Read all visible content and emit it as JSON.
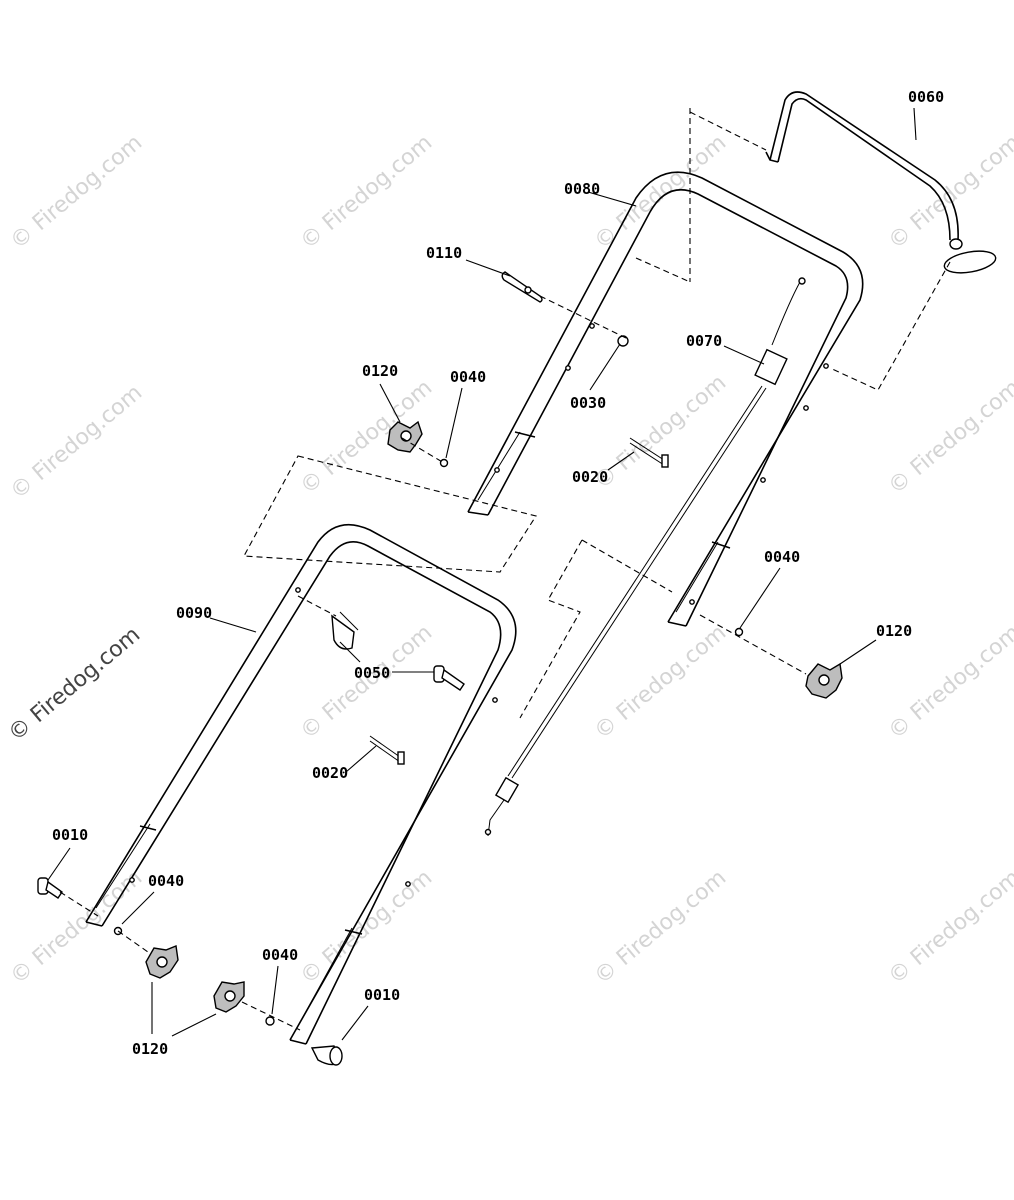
{
  "watermark": {
    "text": "© Firedog.com"
  },
  "watermark_main": {
    "text": "© Firedog.com"
  },
  "labels": {
    "p0060": "0060",
    "p0080": "0080",
    "p0110": "0110",
    "p0070": "0070",
    "p0030": "0030",
    "p0120_top": "0120",
    "p0040_top": "0040",
    "p0020_upper": "0020",
    "p0040_right": "0040",
    "p0120_right": "0120",
    "p0090": "0090",
    "p0050": "0050",
    "p0020_lower": "0020",
    "p0010_left": "0010",
    "p0040_left": "0040",
    "p0120_bottom": "0120",
    "p0040_bottom": "0040",
    "p0010_right": "0010"
  }
}
